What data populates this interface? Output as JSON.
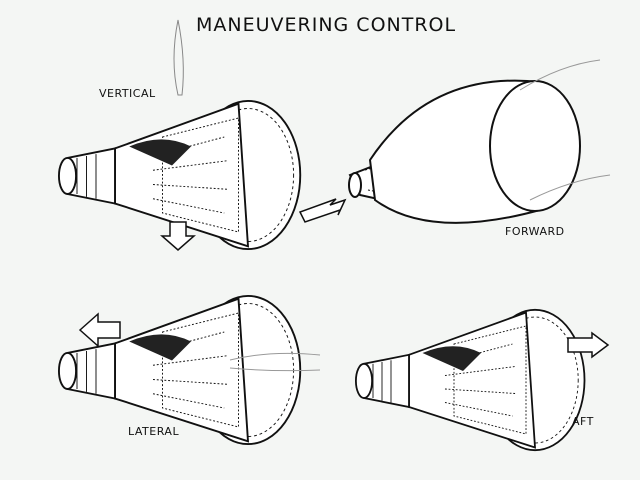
{
  "title": "MANEUVERING CONTROL",
  "panels": [
    {
      "label": "VERTICAL"
    },
    {
      "label": "FORWARD"
    },
    {
      "label": "LATERAL"
    },
    {
      "label": "AFT"
    }
  ]
}
